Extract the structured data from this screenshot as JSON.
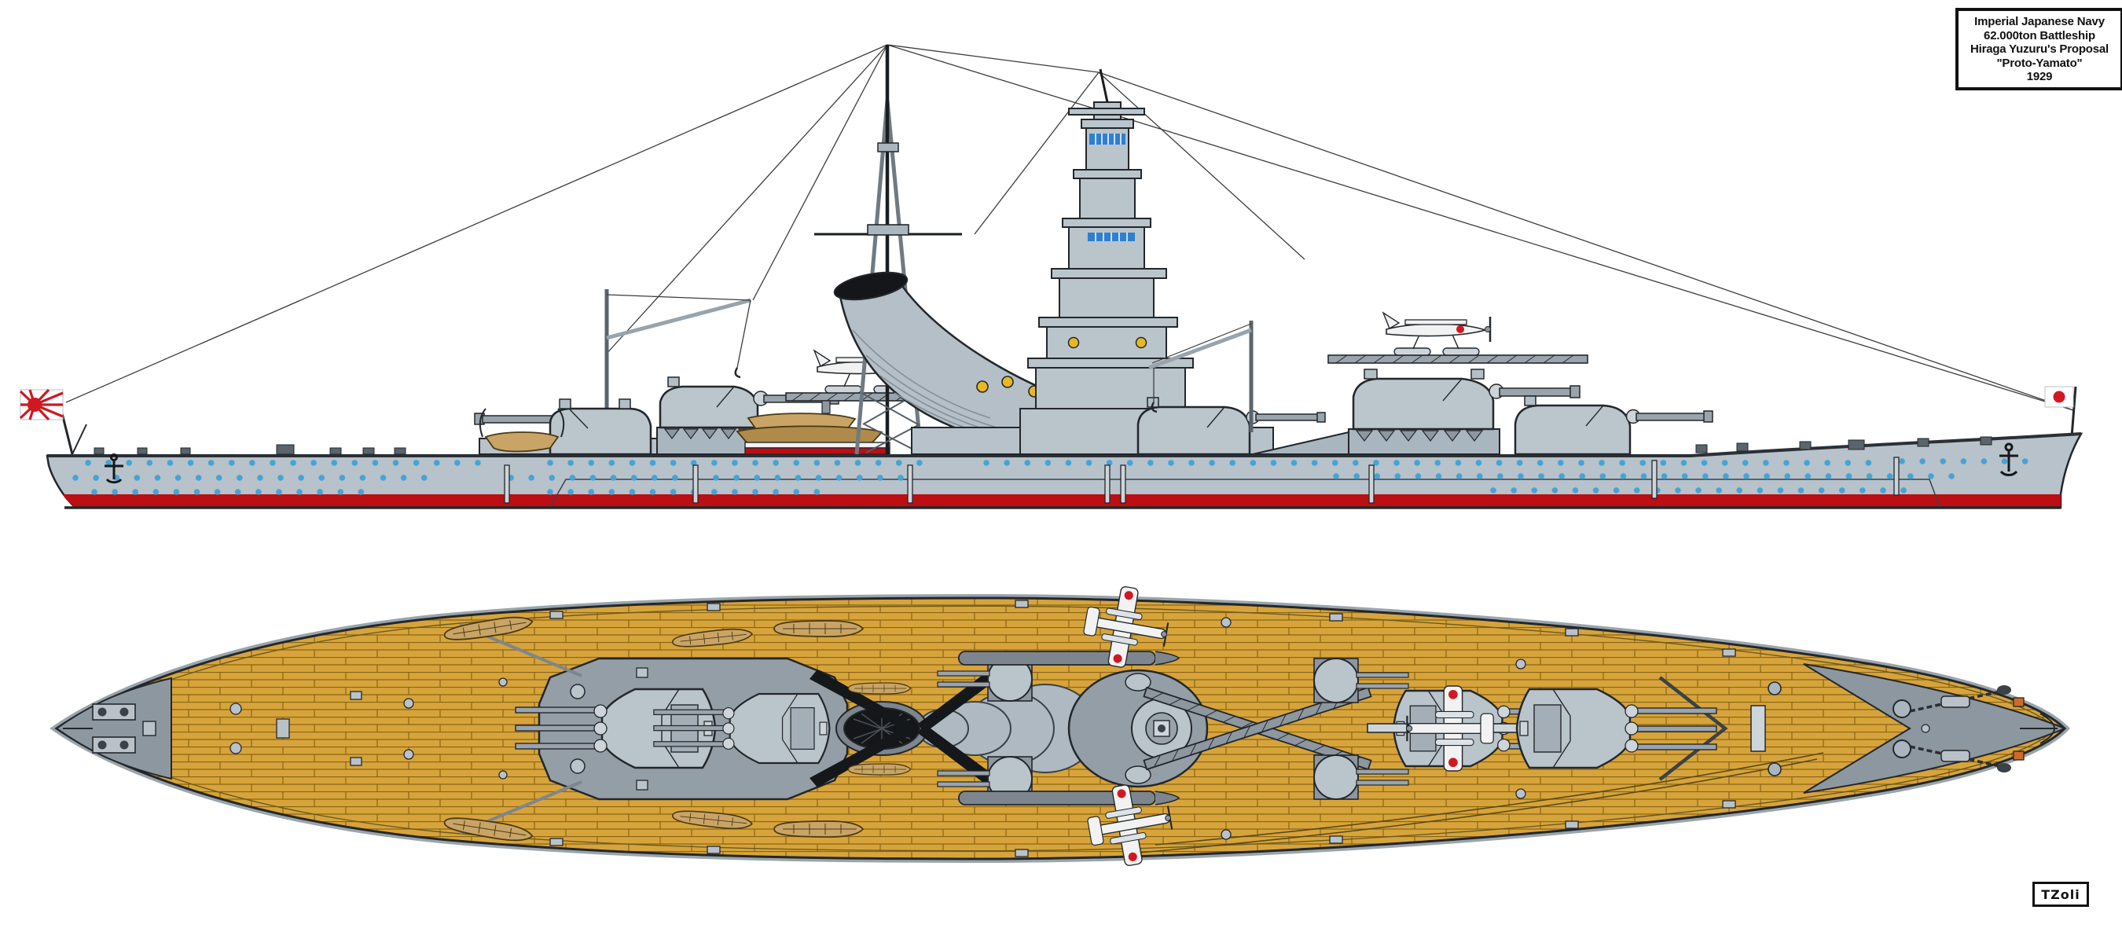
{
  "title_box": {
    "lines": [
      "Imperial Japanese Navy",
      "62.000ton Battleship",
      "Hiraga Yuzuru's Proposal",
      "\"Proto-Yamato\"",
      "1929"
    ]
  },
  "signature": "TZoli",
  "icons": [
    "rising-sun-ensign-flag",
    "hinomaru-jack-flag",
    "anchor-icon",
    "seaplane-icon",
    "ship-boat-icon"
  ],
  "colors": {
    "background": "#ffffff",
    "hull_gray": "#b7c2ca",
    "superstructure_gray": "#b9c4cb",
    "light_gray": "#cdd5da",
    "mid_gray": "#8d97a0",
    "dark_gray": "#7d868e",
    "outline": "#23272b",
    "waterline_red": "#bb0f14",
    "deck_tan": "#d7a43b",
    "plank_line": "#8a6414",
    "boat_tan": "#c9a466",
    "porthole_blue": "#45a4d4",
    "window_blue": "#2f7fd0",
    "searchlight_yellow": "#e8b820",
    "flag_red": "#d01820",
    "funnel_black": "#141619",
    "fairlead_orange": "#d06a28"
  }
}
